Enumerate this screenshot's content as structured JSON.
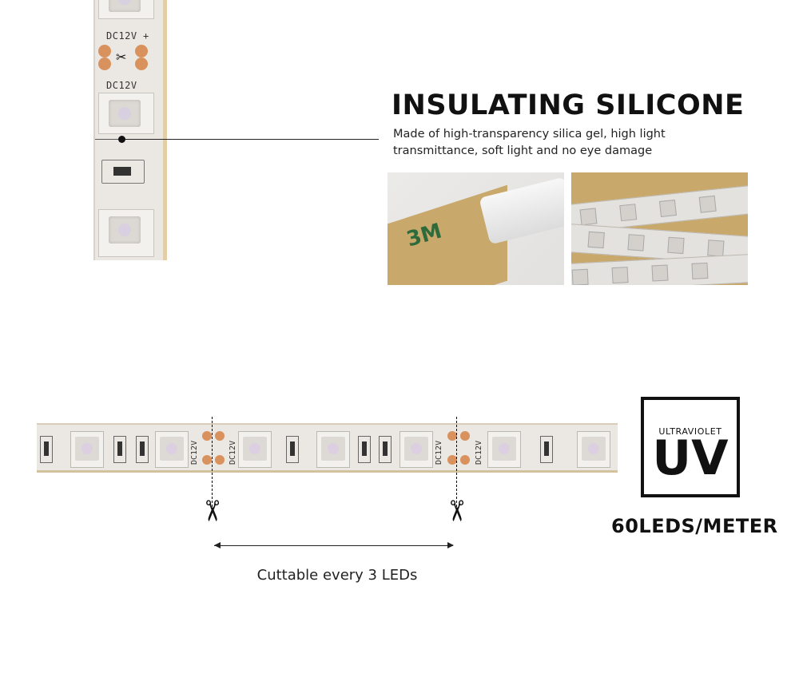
{
  "strip_labels": {
    "voltage": "DC12V",
    "plus": "+"
  },
  "feature": {
    "title": "INSULATING SILICONE",
    "description_line1": "Made of high-transparency silica gel, high light",
    "description_line2": "transmittance, soft light and no eye damage"
  },
  "photo1": {
    "logo": "3M"
  },
  "cutting": {
    "label": "Cuttable every 3 LEDs"
  },
  "badge": {
    "small_text": "ULTRAVIOLET",
    "big_text": "UV"
  },
  "density": "60LEDS/METER",
  "colors": {
    "pad": "#d9925e",
    "silicone": "#ebe7e2",
    "backing": "#c9a96b",
    "logo_green": "#2e6a3a"
  }
}
